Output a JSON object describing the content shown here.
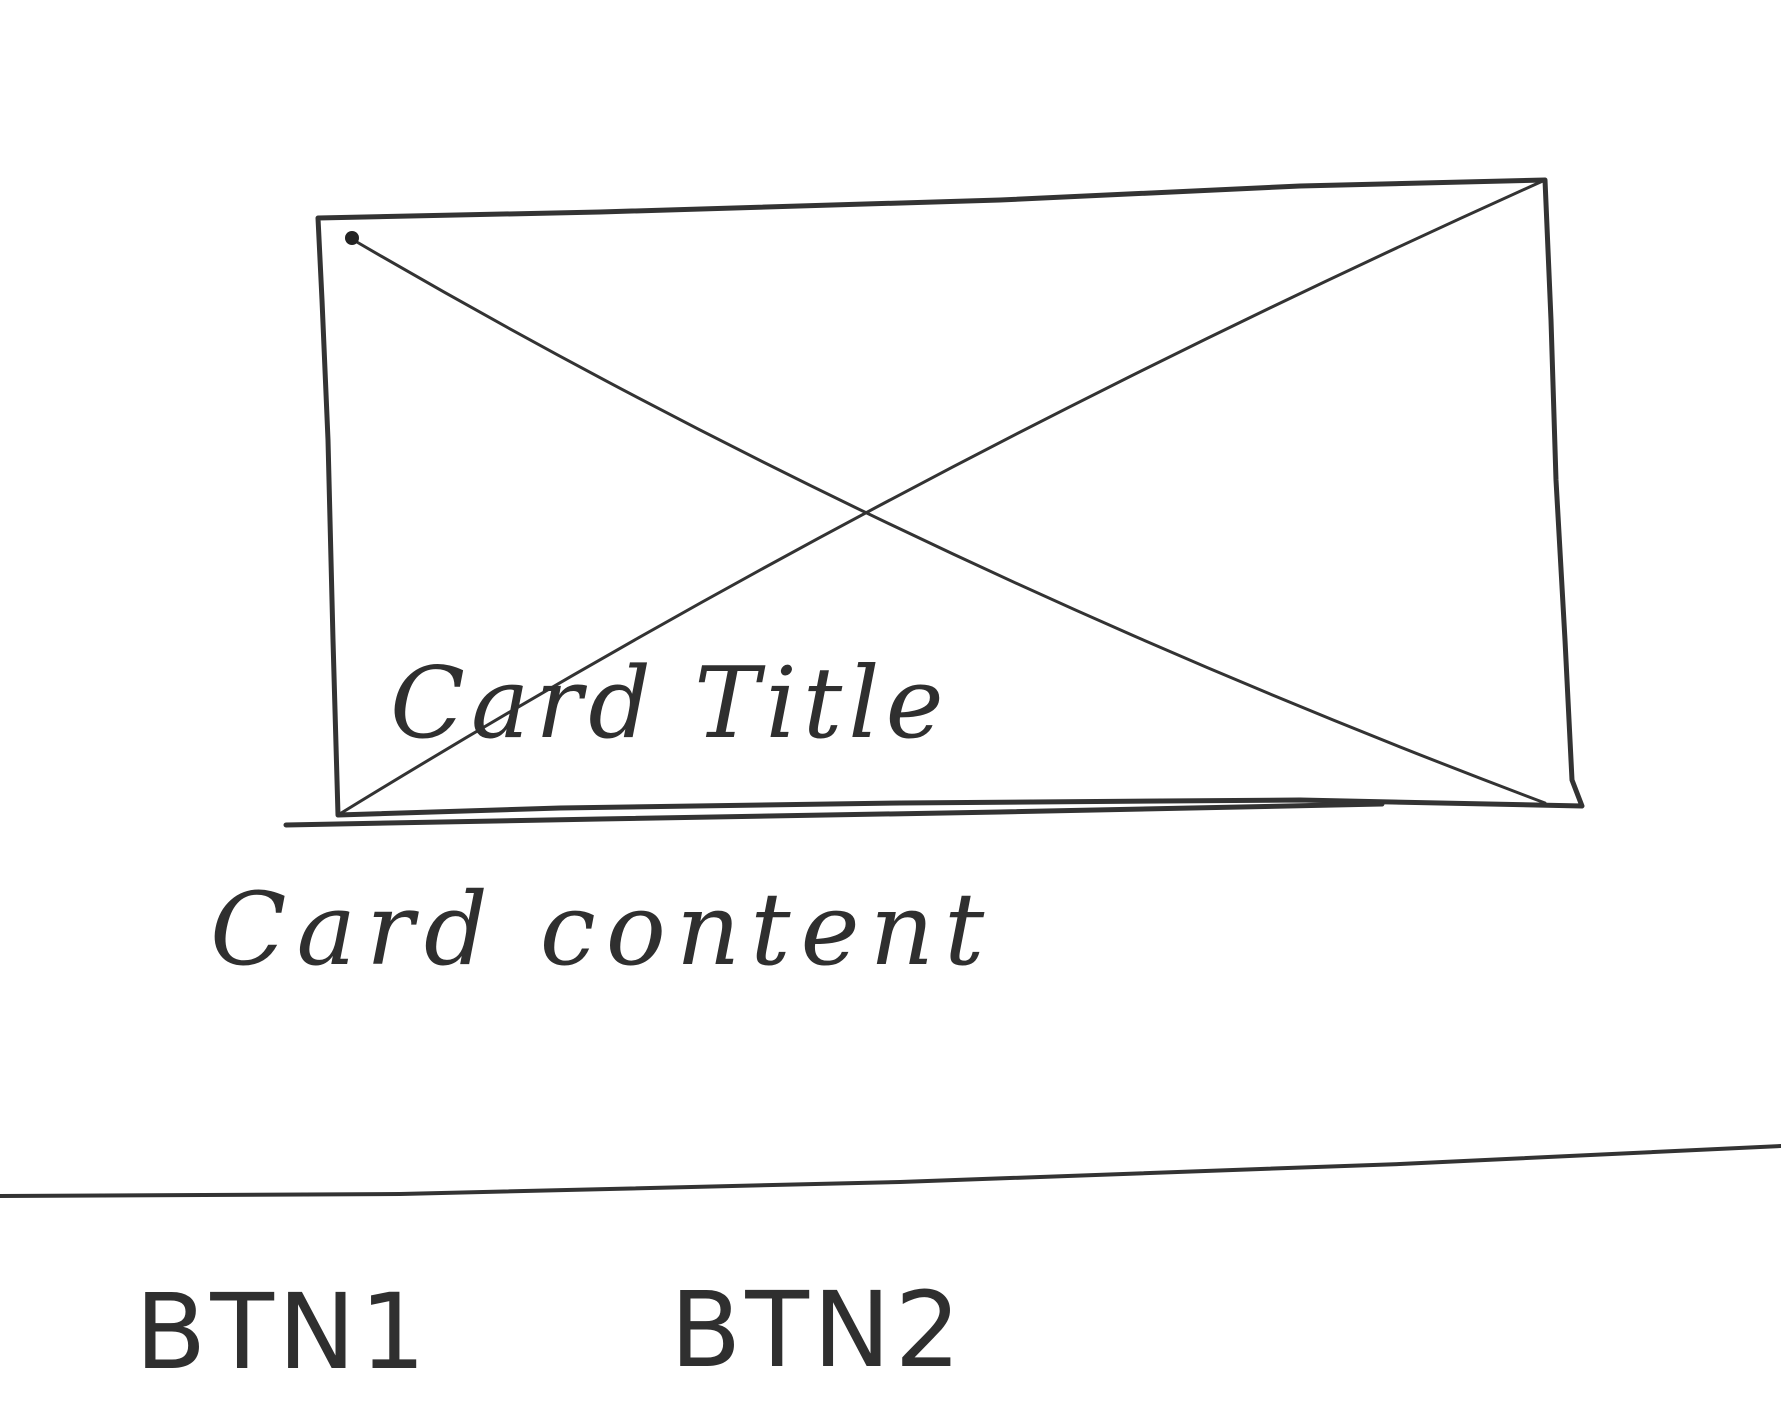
{
  "card": {
    "title": "Card Title",
    "content": "Card content"
  },
  "actions": {
    "btn1_label": "BTN1",
    "btn2_label": "BTN2"
  },
  "colors": {
    "ink": "#333333",
    "paper": "#ffffff"
  }
}
